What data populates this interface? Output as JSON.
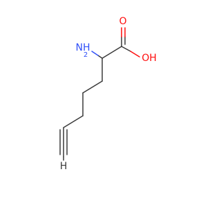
{
  "molecule": {
    "atoms": {
      "amino": "NH",
      "amino_h_count": "2",
      "carbonyl_o": "O",
      "hydroxyl": "OH",
      "terminal_h": "H"
    },
    "colors": {
      "carbon_bond": "#3a3a3a",
      "nitrogen": "#3050f8",
      "oxygen": "#ff0d0d",
      "hydrogen": "#3a3a3a"
    }
  }
}
